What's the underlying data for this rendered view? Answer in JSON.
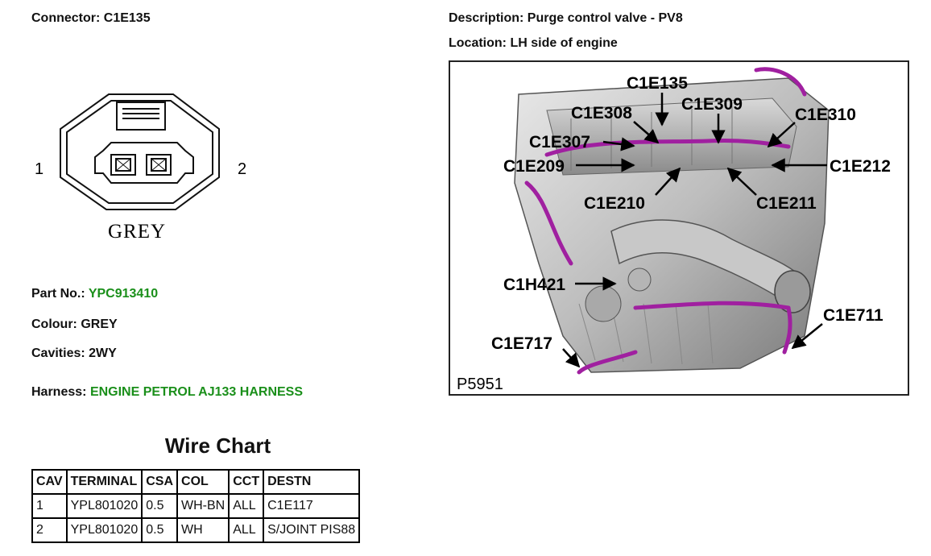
{
  "connector": {
    "label": "Connector:",
    "value": "C1E135"
  },
  "description": {
    "label": "Description:",
    "value": "Purge control valve - PV8"
  },
  "location": {
    "label": "Location:",
    "value": "LH side of engine"
  },
  "diagram": {
    "pin_left": "1",
    "pin_right": "2",
    "colour_label": "GREY"
  },
  "part_no": {
    "label": "Part No.:",
    "value": "YPC913410"
  },
  "colour": {
    "label": "Colour:",
    "value": "GREY"
  },
  "cavities": {
    "label": "Cavities:",
    "value": "2WY"
  },
  "harness": {
    "label": "Harness:",
    "value": "ENGINE PETROL AJ133 HARNESS"
  },
  "engine_image": {
    "figure_id": "P5951",
    "callouts": [
      "C1E135",
      "C1E308",
      "C1E309",
      "C1E310",
      "C1E307",
      "C1E209",
      "C1E212",
      "C1E210",
      "C1E211",
      "C1H421",
      "C1E711",
      "C1E717"
    ]
  },
  "wire_chart": {
    "title": "Wire Chart",
    "headers": [
      "CAV",
      "TERMINAL",
      "CSA",
      "COL",
      "CCT",
      "DESTN"
    ],
    "rows": [
      [
        "1",
        "YPL801020",
        "0.5",
        "WH-BN",
        "ALL",
        "C1E117"
      ],
      [
        "2",
        "YPL801020",
        "0.5",
        "WH",
        "ALL",
        "S/JOINT PIS88"
      ]
    ]
  },
  "colors": {
    "green_value": "#1a8f1a",
    "harness_purple": "#a020a0"
  }
}
